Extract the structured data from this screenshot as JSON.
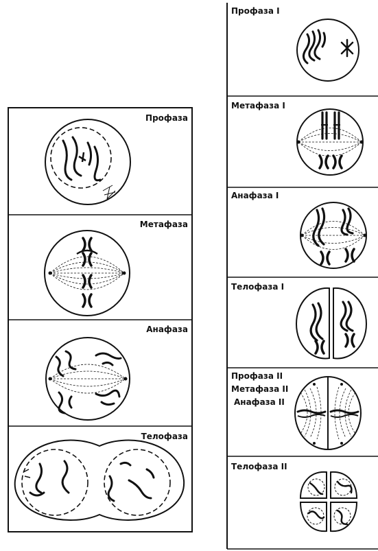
{
  "mitosis": {
    "prophase": "Профаза",
    "metaphase": "Метафаза",
    "anaphase": "Анафаза",
    "telophase": "Телофаза"
  },
  "meiosis": {
    "prophase1": "Профаза  I",
    "metaphase1": "Метафаза I",
    "anaphase1": "Анафаза  I",
    "telophase1": "Телофаза  I",
    "prophase2": "Профаза  II",
    "metaphase2": "Метафаза  II",
    "anaphase2": "Анафаза  II",
    "telophase2": "Телофаза  II"
  },
  "colors": {
    "ink": "#111111",
    "background": "#ffffff"
  }
}
